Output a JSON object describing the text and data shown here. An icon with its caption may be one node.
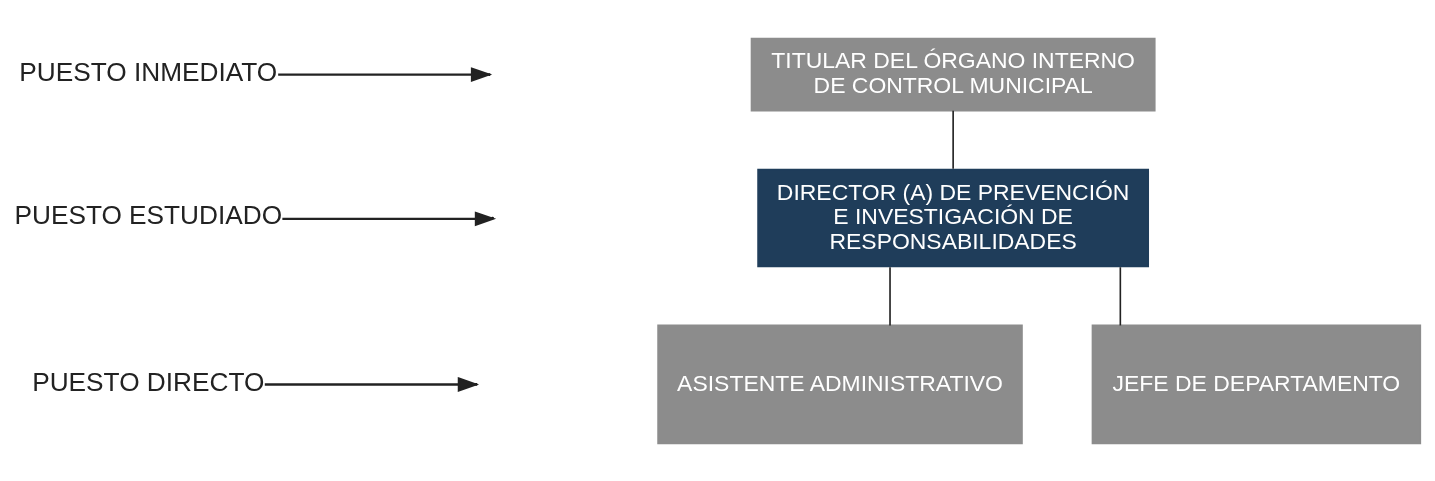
{
  "diagram": {
    "nodes": [
      {
        "text": [
          "PUESTO INMEDIATO"
        ]
      },
      {
        "text": [
          "PUESTO ESTUDIADO"
        ]
      },
      {
        "text": [
          "PUESTO DIRECTO"
        ]
      },
      {
        "text": [
          "TITULAR DEL ÓRGANO INTERNO DE CONTROL MUNICIPAL"
        ]
      },
      {
        "text": [
          "DIRECTOR (A) DE PREVENCIÓN E INVESTIGACIÓN DE RESPONSABILIDADES"
        ]
      },
      {
        "text": [
          "ASISTENTE ADMINISTRATIVO"
        ]
      },
      {
        "text": [
          "JEFE DE DEPARTAMENTO"
        ]
      }
    ],
    "edges": [
      {
        "from": 0,
        "to": null,
        "arrow": "to"
      },
      {
        "from": 1,
        "to": null,
        "arrow": "to"
      },
      {
        "from": 2,
        "to": null,
        "arrow": "to"
      },
      {
        "from": 3,
        "to": 4,
        "arrow": "none"
      },
      {
        "from": 4,
        "to": 5,
        "arrow": "none"
      },
      {
        "from": 4,
        "to": 6,
        "arrow": "none"
      }
    ]
  }
}
